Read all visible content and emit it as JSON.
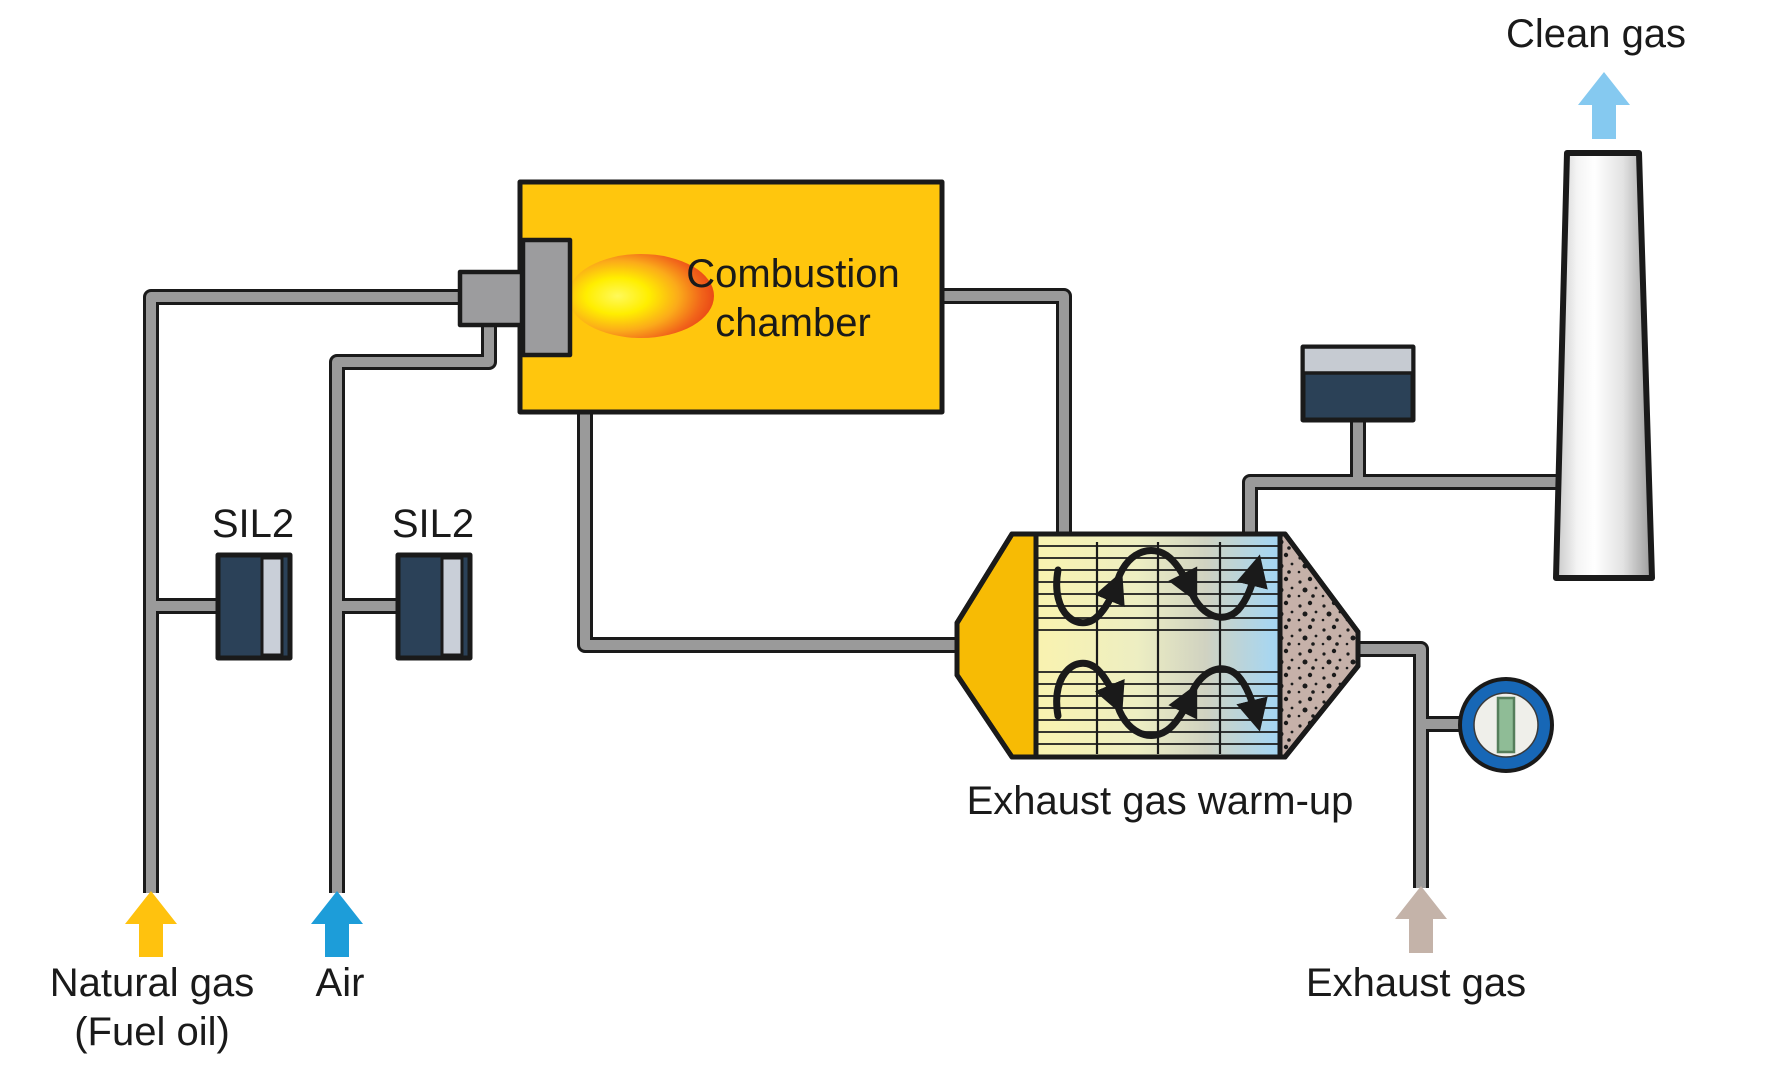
{
  "diagram": {
    "type": "process-flow-diagram",
    "labels": {
      "clean_gas": "Clean gas",
      "combustion_chamber_line1": "Combustion",
      "combustion_chamber_line2": "chamber",
      "sil2_fuel_valve": "SIL2",
      "sil2_air_valve": "SIL2",
      "exhaust_gas_warmup": "Exhaust gas warm-up",
      "natural_gas_line1": "Natural gas",
      "natural_gas_line2": "(Fuel oil)",
      "air": "Air",
      "exhaust_gas": "Exhaust gas"
    },
    "components": [
      "combustion-chamber",
      "burner",
      "flame",
      "sil2-shutoff-valve-fuel",
      "sil2-shutoff-valve-air",
      "exhaust-gas-warmup-heat-exchanger",
      "damper-actuator",
      "pressure-gauge",
      "stack"
    ],
    "flow_arrows": [
      {
        "name": "natural-gas-inlet",
        "direction": "up",
        "color": "#FFC20E"
      },
      {
        "name": "air-inlet",
        "direction": "up",
        "color": "#1D9DD9"
      },
      {
        "name": "exhaust-gas-inlet",
        "direction": "up",
        "color": "#C4B3A9"
      },
      {
        "name": "clean-gas-outlet",
        "direction": "up",
        "color": "#85C9F0"
      }
    ],
    "colors": {
      "chamber_yellow": "#FFC60D",
      "exchanger_cone_yellow": "#F7BB04",
      "matrix_hot_side": "#FAF3AE",
      "matrix_cold_side": "#8FCDF4",
      "speckled_cone_tan": "#C6B1A9",
      "valve_navy": "#2B4158",
      "valve_strip_gray": "#C9CFD8",
      "pipe_gray": "#9A9A9A",
      "gauge_blue": "#1767B6",
      "gauge_bar_green": "#8FBC96",
      "flame_core": "#FFEE00",
      "flame_rim": "#E53613",
      "outline_black": "#1A1A1A"
    }
  }
}
